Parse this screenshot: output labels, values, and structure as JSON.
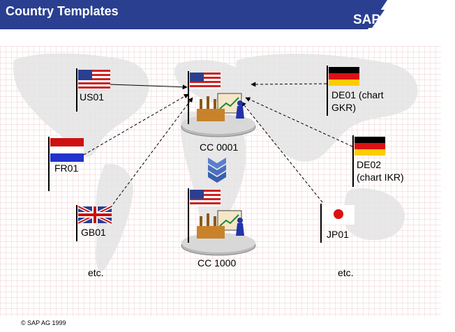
{
  "header": {
    "title": "Country Templates",
    "logo_text": "SAP",
    "bar_color": "#2a3f8f"
  },
  "nodes": {
    "us01": "US01",
    "fr01": "FR01",
    "gb01": "GB01",
    "de01": "DE01 (chart\nGKR)",
    "de02": "DE02\n(chart IKR)",
    "jp01": "JP01",
    "cc0001": "CC 0001",
    "cc1000": "CC 1000",
    "etc_left": "etc.",
    "etc_right": "etc."
  },
  "footer": {
    "copyright": "SAP AG 1999"
  },
  "icons": [
    "us-flag-icon",
    "fr-flag-icon",
    "gb-flag-icon",
    "de-flag-icon",
    "jp-flag-icon",
    "company-code-icon",
    "transfer-arrow-icon",
    "copyright-icon"
  ]
}
